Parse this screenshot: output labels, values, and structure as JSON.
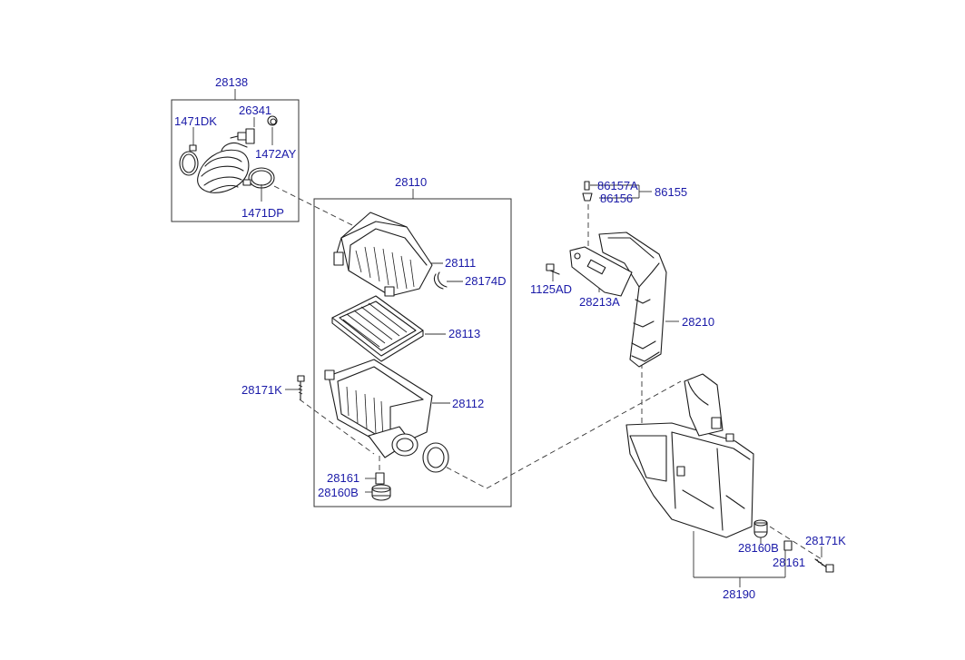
{
  "colors": {
    "label": "#1a1aa8",
    "line": "#1c1c1c",
    "background": "#ffffff"
  },
  "labels": {
    "p28138": "28138",
    "p1471DK": "1471DK",
    "p26341": "26341",
    "p1472AY": "1472AY",
    "p1471DP": "1471DP",
    "p28110": "28110",
    "p28111": "28111",
    "p28174D": "28174D",
    "p28113": "28113",
    "p28112": "28112",
    "p28171K_left": "28171K",
    "p28161_left": "28161",
    "p28160B_left": "28160B",
    "p86157A": "86157A",
    "p86155": "86155",
    "p86156": "86156",
    "p1125AD": "1125AD",
    "p28213A": "28213A",
    "p28210": "28210",
    "p28171K_right": "28171K",
    "p28160B_right": "28160B",
    "p28161_right": "28161",
    "p28190": "28190"
  }
}
